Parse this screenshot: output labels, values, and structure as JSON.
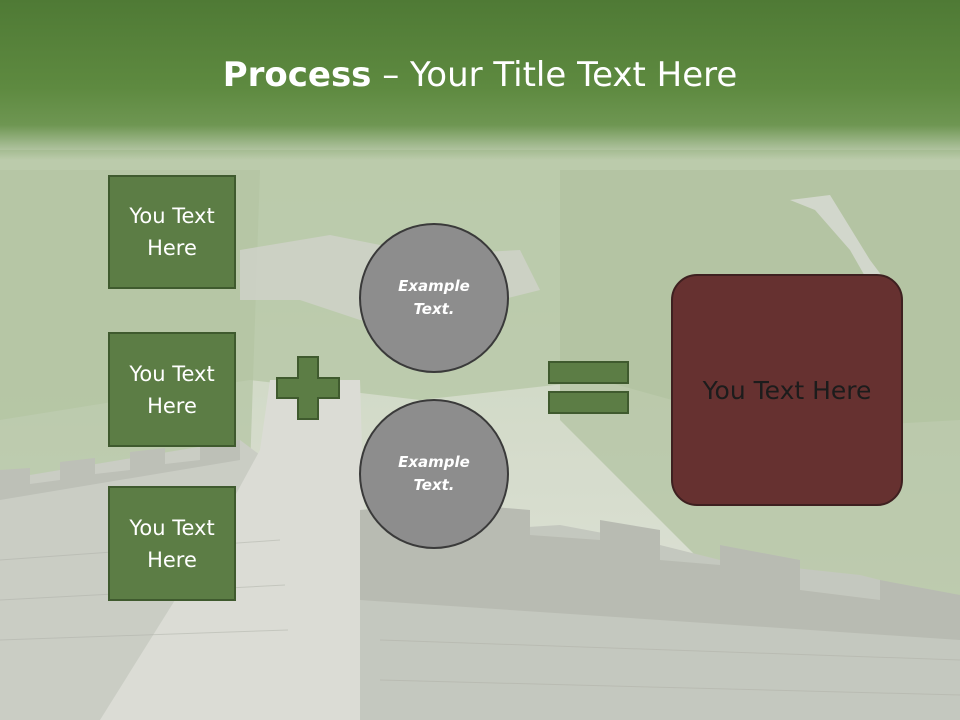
{
  "slide": {
    "title_bold": "Process",
    "title_rest": " – Your Title Text Here"
  },
  "boxes": [
    {
      "label": "You Text Here"
    },
    {
      "label": "You Text Here"
    },
    {
      "label": "You Text Here"
    }
  ],
  "circles": [
    {
      "label": "Example Text."
    },
    {
      "label": "Example Text."
    }
  ],
  "result": {
    "label": "You Text Here"
  },
  "operators": {
    "plus": "plus-icon",
    "equals": "equals-icon"
  },
  "colors": {
    "header": "#5e8a40",
    "box_fill": "#5c7d45",
    "circle_fill": "#8d8d8d",
    "result_fill": "#663130",
    "operator_fill": "#5c7d45"
  }
}
